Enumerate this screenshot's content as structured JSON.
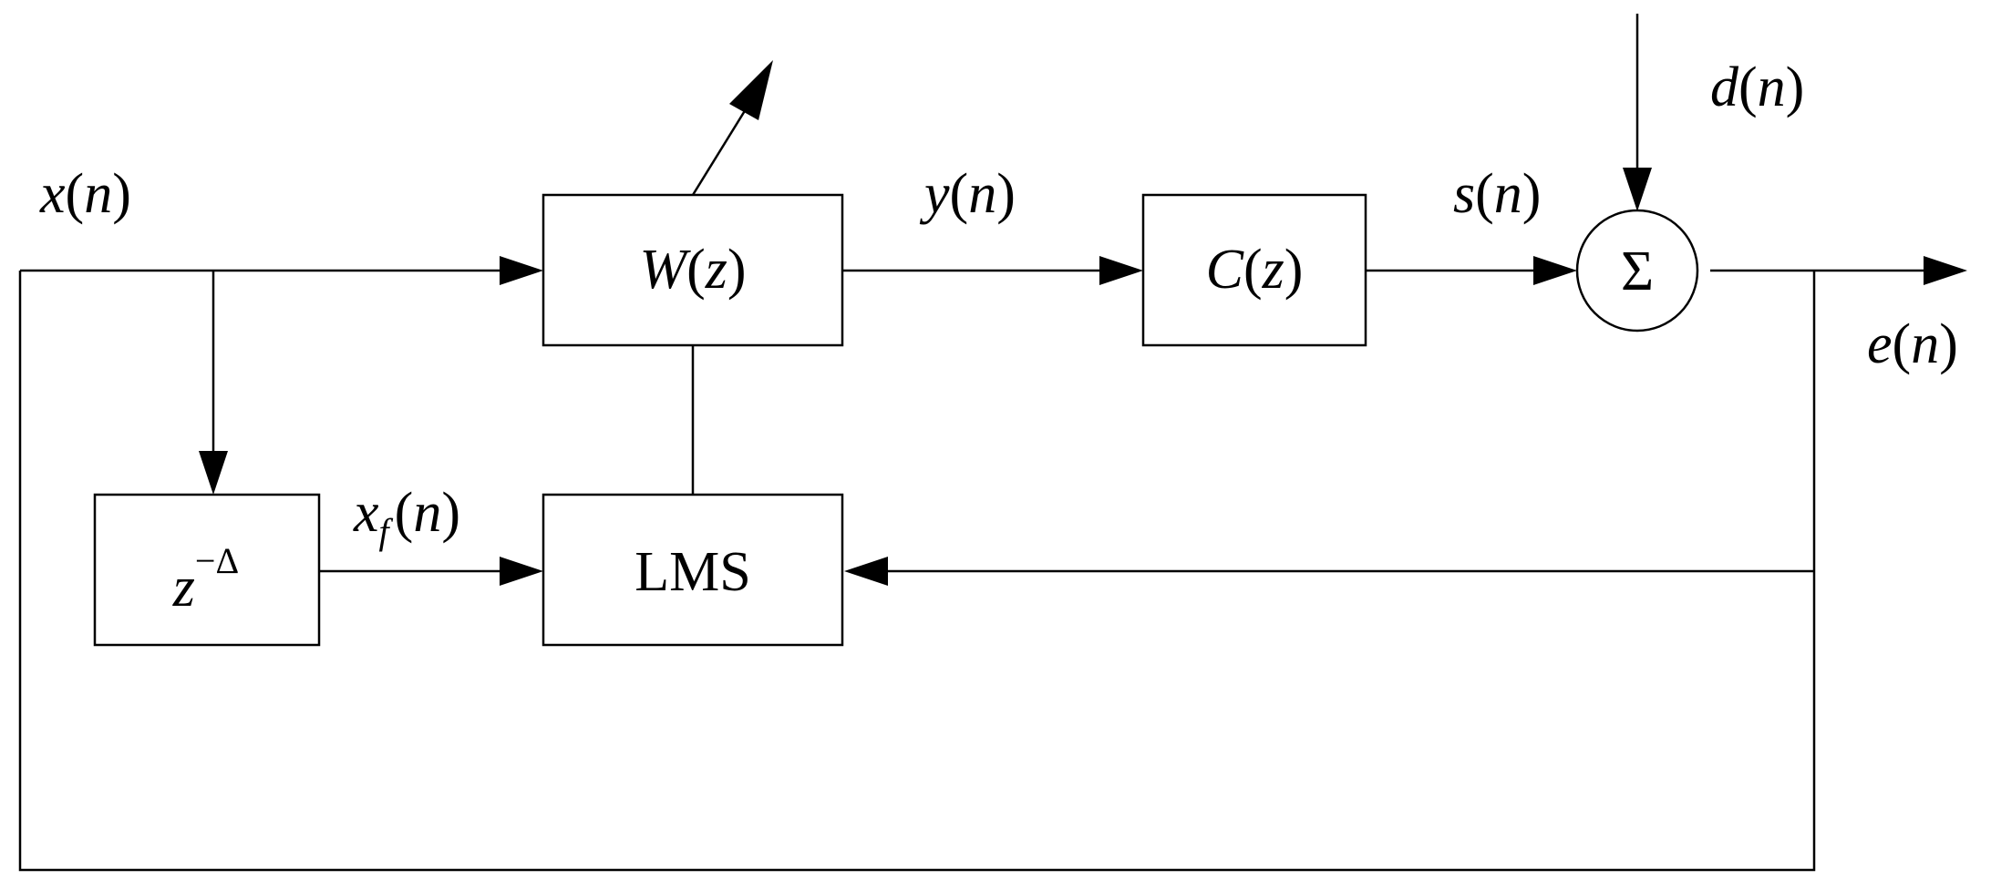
{
  "signals": {
    "x": {
      "name": "x",
      "arg": "n"
    },
    "xf": {
      "name": "x",
      "sub": "f",
      "arg": "n"
    },
    "y": {
      "name": "y",
      "arg": "n"
    },
    "s": {
      "name": "s",
      "arg": "n"
    },
    "d": {
      "name": "d",
      "arg": "n"
    },
    "e": {
      "name": "e",
      "arg": "n"
    }
  },
  "blocks": {
    "w_filter": {
      "name": "W",
      "arg": "z"
    },
    "c_path": {
      "name": "C",
      "arg": "z"
    },
    "delay": {
      "base": "z",
      "exponent": "−Δ"
    },
    "lms": {
      "label": "LMS"
    },
    "summer": {
      "symbol": "Σ"
    }
  },
  "colors": {
    "line": "#000000",
    "background": "#ffffff"
  }
}
